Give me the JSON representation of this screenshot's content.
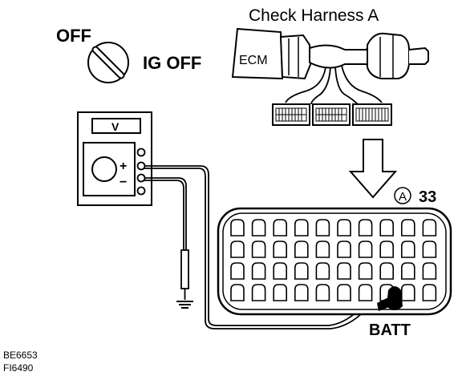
{
  "labels": {
    "switch_state": "OFF",
    "ignition": "IG OFF",
    "harness_title": "Check Harness A",
    "ecm": "ECM",
    "meter_display": "V",
    "plus": "+",
    "minus": "−",
    "connector_id": "A",
    "terminal_number": "33",
    "battery_terminal": "BATT",
    "ref_code_1": "BE6653",
    "ref_code_2": "FI6490"
  }
}
